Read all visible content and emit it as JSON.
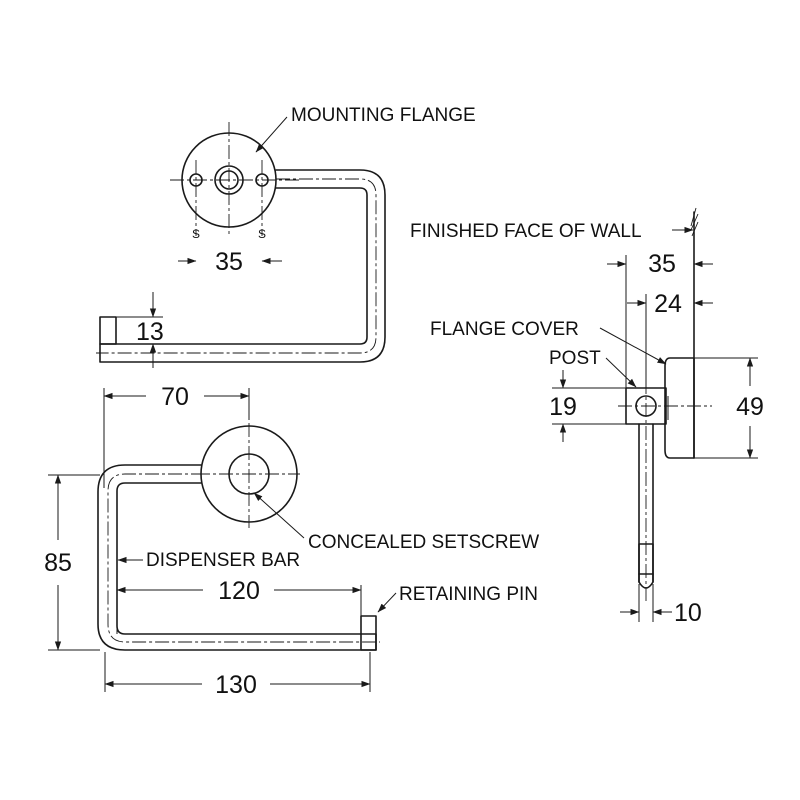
{
  "labels": {
    "mounting_flange": "MOUNTING FLANGE",
    "finished_face_of_wall": "FINISHED FACE OF WALL",
    "flange_cover": "FLANGE COVER",
    "post": "POST",
    "concealed_setscrew": "CONCEALED SETSCREW",
    "dispenser_bar": "DISPENSER BAR",
    "retaining_pin": "RETAINING PIN"
  },
  "screw_mark": "S",
  "dimensions": {
    "flange_hole_spacing": "35",
    "pin_height": "13",
    "post_offset": "70",
    "overall_height": "85",
    "bar_length": "120",
    "overall_width": "130",
    "wall_projection": "35",
    "flange_depth": "24",
    "post_diameter": "19",
    "flange_diameter": "49",
    "bar_diameter": "10"
  }
}
